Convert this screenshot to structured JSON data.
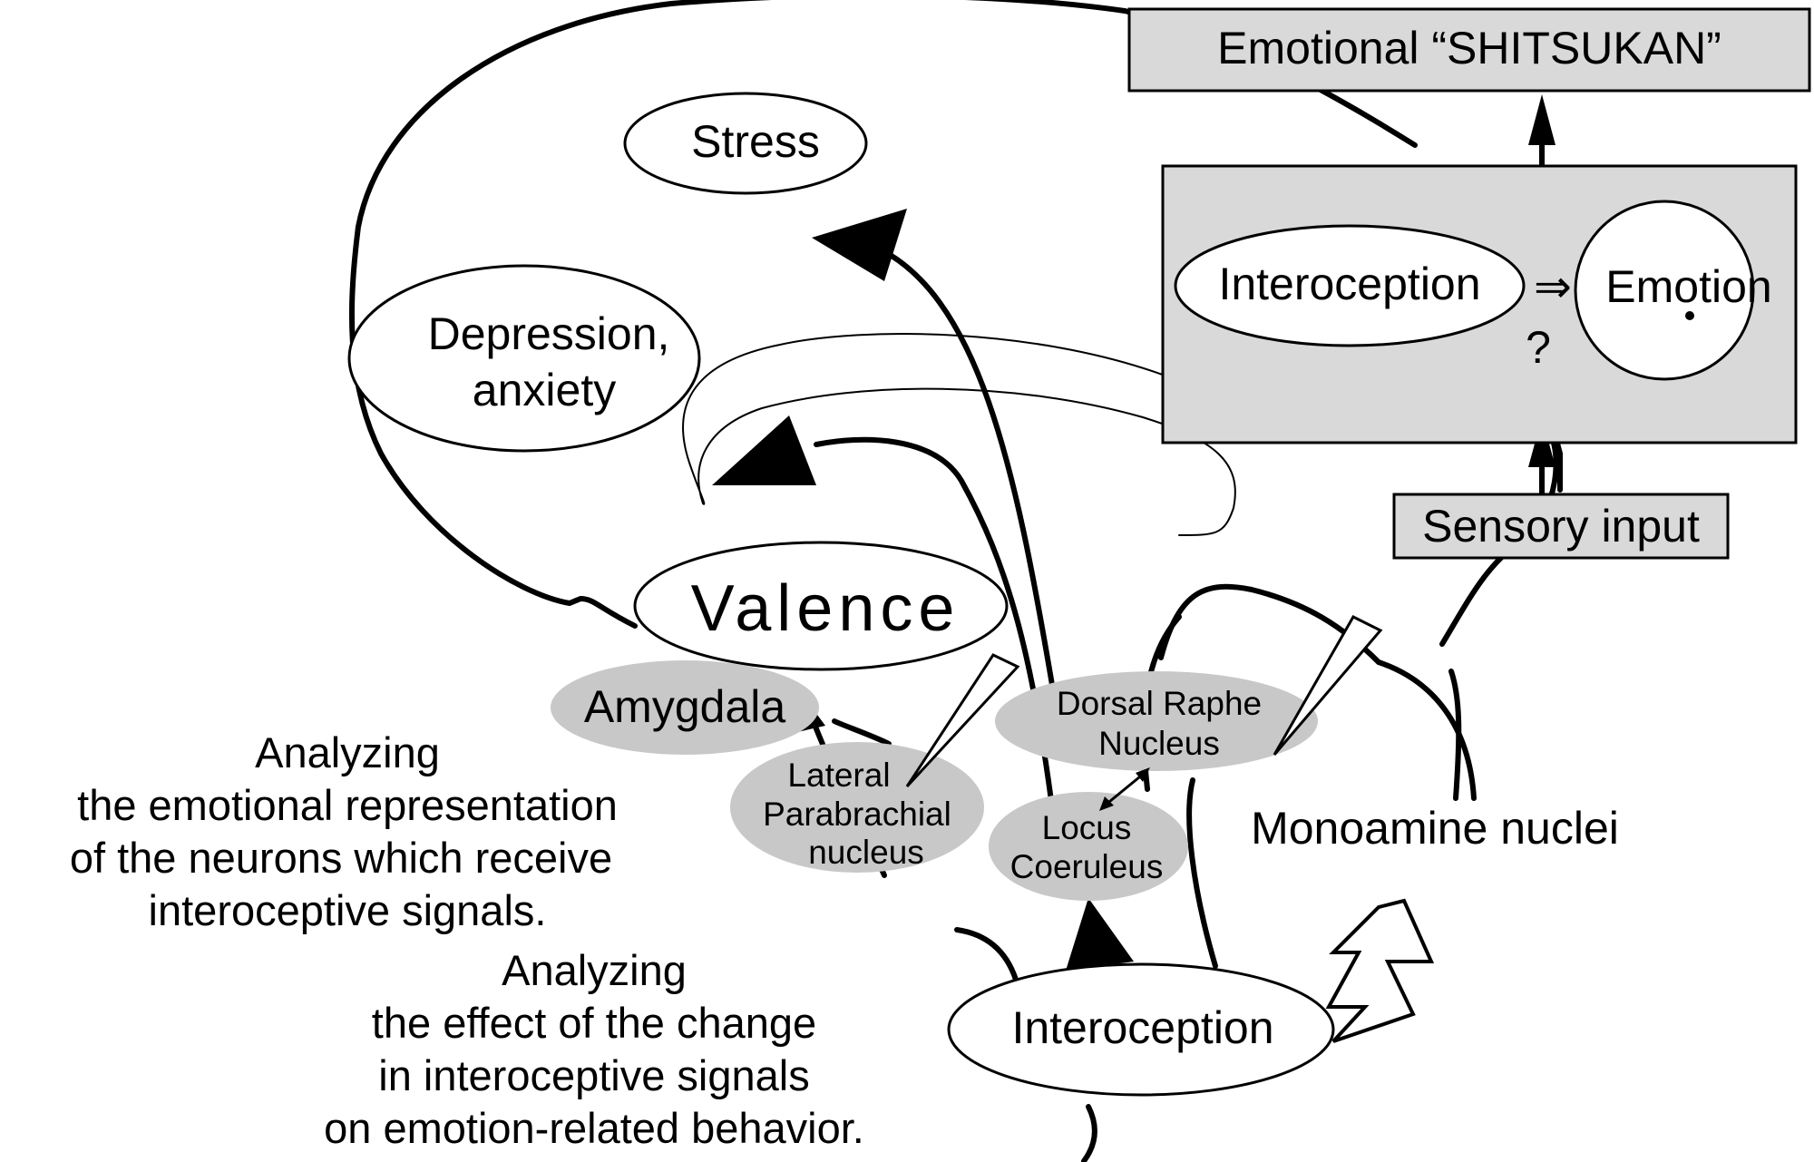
{
  "title_box": {
    "label": "Emotional “SHITSUKAN”"
  },
  "stress": {
    "label": "Stress"
  },
  "depression": {
    "line1": "Depression,",
    "line2": "anxiety"
  },
  "valence": {
    "label": "Valence"
  },
  "amygdala": {
    "label": "Amygdala"
  },
  "lateral_parabrachial": {
    "line1": "Lateral",
    "line2": "Parabrachial",
    "line3": "nucleus"
  },
  "dorsal_raphe": {
    "line1": "Dorsal Raphe",
    "line2": "Nucleus"
  },
  "locus_coeruleus": {
    "line1": "Locus",
    "line2": "Coeruleus"
  },
  "monoamine": {
    "label": "Monoamine nuclei"
  },
  "interoception_bottom": {
    "label": "Interoception"
  },
  "sensory_input": {
    "label": "Sensory input"
  },
  "inner_box": {
    "interoception": "Interoception",
    "implies": "⇒",
    "question": "?",
    "emotion": "Emotion"
  },
  "caption1": {
    "lines": [
      "Analyzing",
      "the emotional representation",
      "of the neurons which receive",
      "interoceptive signals."
    ]
  },
  "caption2": {
    "lines": [
      "Analyzing",
      "the effect of the change",
      "in interoceptive signals",
      "on emotion-related behavior."
    ]
  }
}
